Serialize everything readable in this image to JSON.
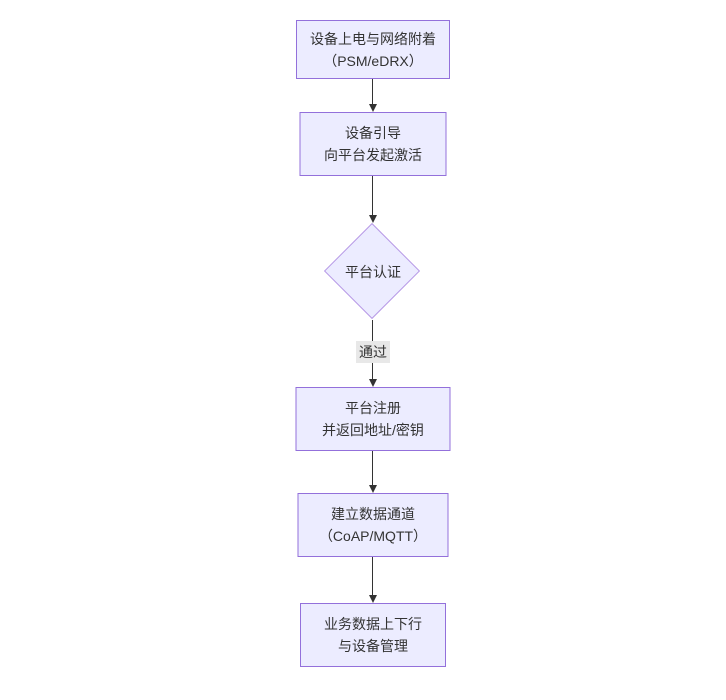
{
  "diagram": {
    "type": "flowchart",
    "direction": "top-down",
    "nodes": [
      {
        "id": "power-attach",
        "shape": "rect",
        "lines": [
          "设备上电与网络附着",
          "（PSM/eDRX）"
        ]
      },
      {
        "id": "boot-activate",
        "shape": "rect",
        "lines": [
          "设备引导",
          "向平台发起激活"
        ]
      },
      {
        "id": "platform-auth",
        "shape": "diamond",
        "lines": [
          "平台认证"
        ]
      },
      {
        "id": "register",
        "shape": "rect",
        "lines": [
          "平台注册",
          "并返回地址/密钥"
        ]
      },
      {
        "id": "data-channel",
        "shape": "rect",
        "lines": [
          "建立数据通道",
          "（CoAP/MQTT）"
        ]
      },
      {
        "id": "service-mgmt",
        "shape": "rect",
        "lines": [
          "业务数据上下行",
          "与设备管理"
        ]
      }
    ],
    "edges": [
      {
        "from": "power-attach",
        "to": "boot-activate",
        "label": ""
      },
      {
        "from": "boot-activate",
        "to": "platform-auth",
        "label": ""
      },
      {
        "from": "platform-auth",
        "to": "register",
        "label": "通过"
      },
      {
        "from": "register",
        "to": "data-channel",
        "label": ""
      },
      {
        "from": "data-channel",
        "to": "service-mgmt",
        "label": ""
      }
    ],
    "colors": {
      "node_fill": "#ECECFF",
      "node_border": "#9370DB",
      "edge": "#333333",
      "edge_label_bg": "#e8e8e8",
      "text": "#333333"
    }
  }
}
